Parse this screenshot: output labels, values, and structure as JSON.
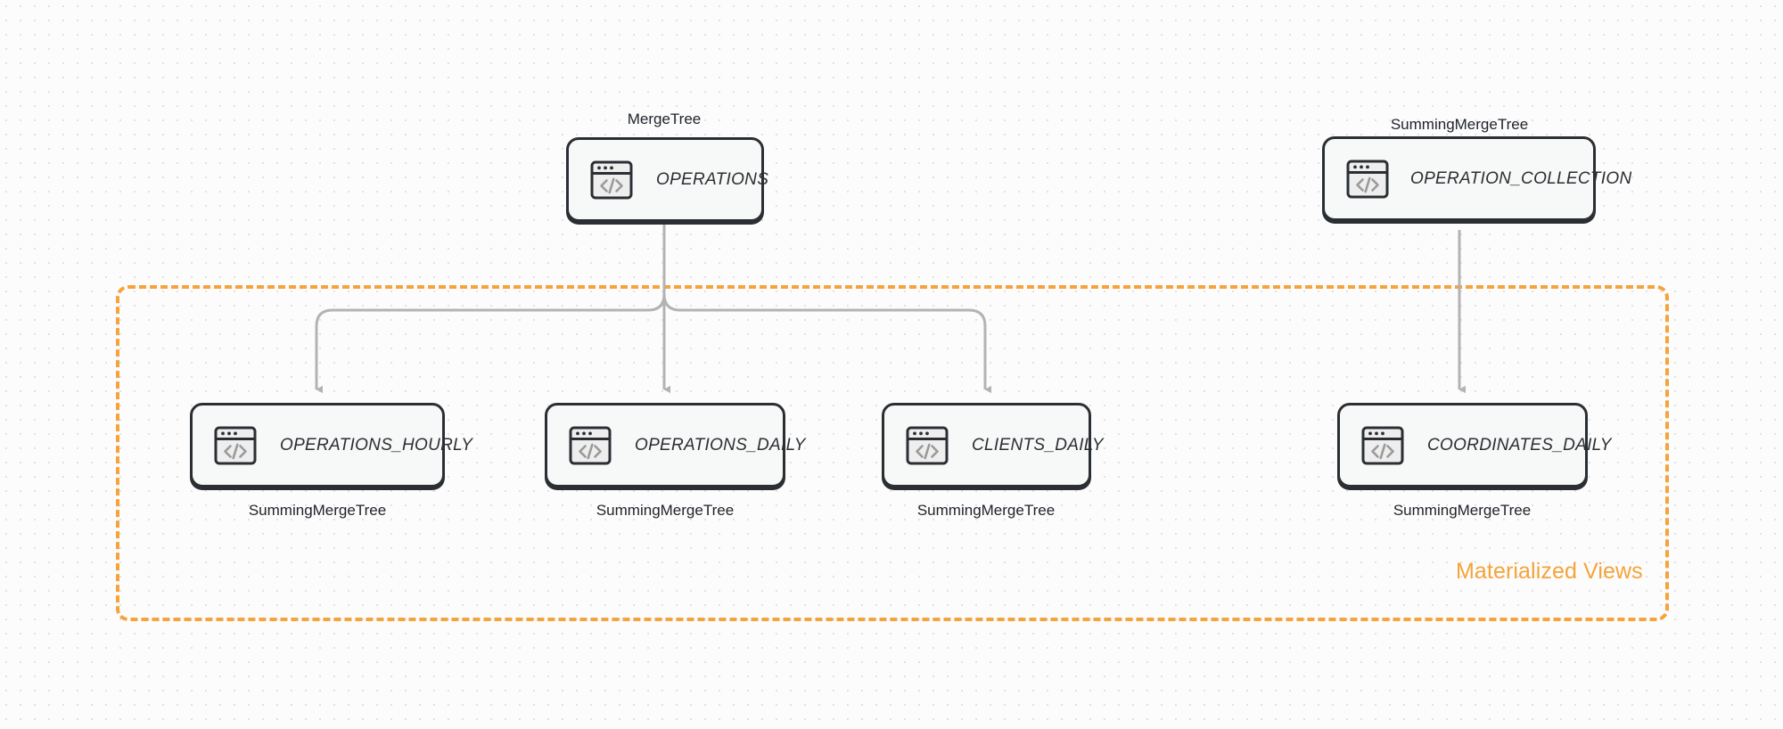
{
  "diagram": {
    "title": "ClickHouse table and materialized view topology",
    "background_color": "#fcfcfc",
    "accent_color": "#f5a33a",
    "node_border_color": "#2b2f33",
    "node_fill_color": "#f7f8f8",
    "connector_color": "#b3b3b3"
  },
  "group": {
    "label": "Materialized Views",
    "border_style": "dashed",
    "border_color": "#f5a33a"
  },
  "source_nodes": [
    {
      "id": "operations",
      "name": "OPERATIONS",
      "engine": "MergeTree",
      "engine_position": "above",
      "icon": "code-window-icon"
    },
    {
      "id": "operation_collection",
      "name": "OPERATION_COLLECTION",
      "engine": "SummingMergeTree",
      "engine_position": "above",
      "icon": "code-window-icon"
    }
  ],
  "view_nodes": [
    {
      "id": "operations_hourly",
      "name": "OPERATIONS_HOURLY",
      "engine": "SummingMergeTree",
      "engine_position": "below",
      "icon": "code-window-icon"
    },
    {
      "id": "operations_daily",
      "name": "OPERATIONS_DAILY",
      "engine": "SummingMergeTree",
      "engine_position": "below",
      "icon": "code-window-icon"
    },
    {
      "id": "clients_daily",
      "name": "CLIENTS_DAILY",
      "engine": "SummingMergeTree",
      "engine_position": "below",
      "icon": "code-window-icon"
    },
    {
      "id": "coordinates_daily",
      "name": "COORDINATES_DAILY",
      "engine": "SummingMergeTree",
      "engine_position": "below",
      "icon": "code-window-icon"
    }
  ],
  "edges": [
    {
      "from": "operations",
      "to": "operations_hourly",
      "style": "elbow",
      "arrow": "triangle"
    },
    {
      "from": "operations",
      "to": "operations_daily",
      "style": "straight",
      "arrow": "triangle"
    },
    {
      "from": "operations",
      "to": "clients_daily",
      "style": "elbow",
      "arrow": "triangle"
    },
    {
      "from": "operation_collection",
      "to": "coordinates_daily",
      "style": "straight",
      "arrow": "triangle"
    }
  ]
}
